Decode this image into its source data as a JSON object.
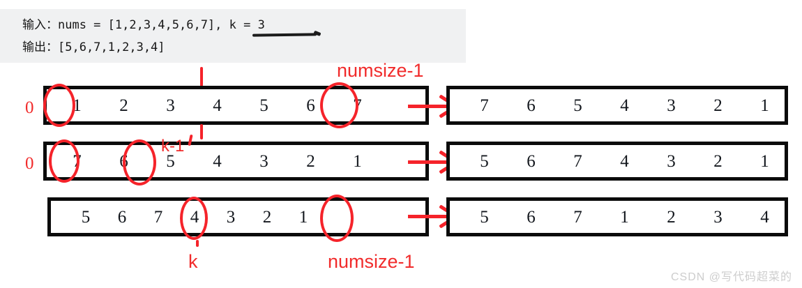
{
  "header": {
    "input_line": "输入：nums = [1,2,3,4,5,6,7], k = 3",
    "output_line": "输出：[5,6,7,1,2,3,4]"
  },
  "annotations": {
    "index_zero_row1": "0",
    "index_zero_row2": "0",
    "top_numsize": "numsize-1",
    "k_minus_1": "k-1",
    "bottom_k": "k",
    "bottom_numsize": "numsize-1"
  },
  "rows": [
    {
      "name": "row-1",
      "left": {
        "values": [
          "1",
          "2",
          "3",
          "4",
          "5",
          "6",
          "7"
        ]
      },
      "right": {
        "values": [
          "7",
          "6",
          "5",
          "4",
          "3",
          "2",
          "1"
        ]
      }
    },
    {
      "name": "row-2",
      "left": {
        "values": [
          "7",
          "6",
          "5",
          "4",
          "3",
          "2",
          "1"
        ]
      },
      "right": {
        "values": [
          "5",
          "6",
          "7",
          "4",
          "3",
          "2",
          "1"
        ]
      }
    },
    {
      "name": "row-3",
      "left": {
        "values": [
          "5",
          "6",
          "7",
          "4",
          "3",
          "2",
          "1"
        ]
      },
      "right": {
        "values": [
          "5",
          "6",
          "7",
          "1",
          "2",
          "3",
          "4"
        ]
      }
    }
  ],
  "watermark": "CSDN @写代码超菜的",
  "colors": {
    "annotation_red": "#f5232a",
    "box_stroke": "#0b0b0b",
    "header_bg": "#f0f1f2",
    "number_ink": "#12161c",
    "watermark": "#cdcdcd"
  }
}
